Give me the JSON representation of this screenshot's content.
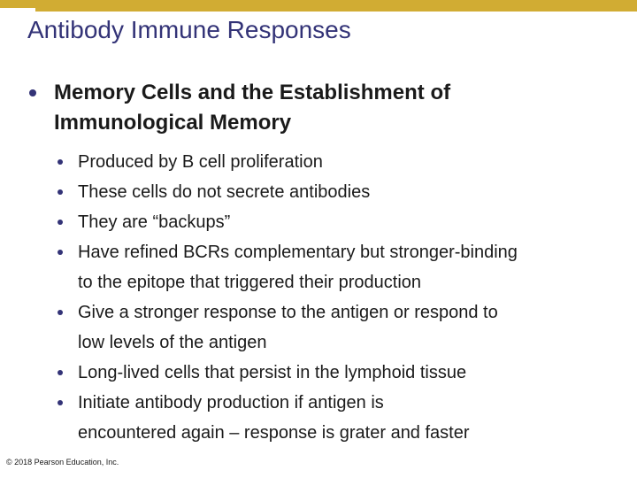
{
  "slide": {
    "title": "Antibody Immune Responses",
    "main_bullet": "Memory Cells and the Establishment of\nImmunological Memory",
    "sub_bullets": [
      "Produced by B cell proliferation",
      "These cells do not secrete antibodies",
      "They are “backups”",
      "Have refined BCRs complementary but stronger-binding\nto the epitope that triggered their production",
      "Give a stronger response to the antigen or respond to\nlow levels of the antigen",
      "Long-lived cells that persist in the lymphoid tissue",
      "Initiate antibody production if antigen is\nencountered again – response is grater and faster"
    ],
    "footer": "© 2018 Pearson Education, Inc.",
    "colors": {
      "accent_gold": "#D1AC33",
      "title_indigo": "#333377",
      "bullet_indigo": "#333377",
      "body_text": "#1a1a1a"
    }
  }
}
